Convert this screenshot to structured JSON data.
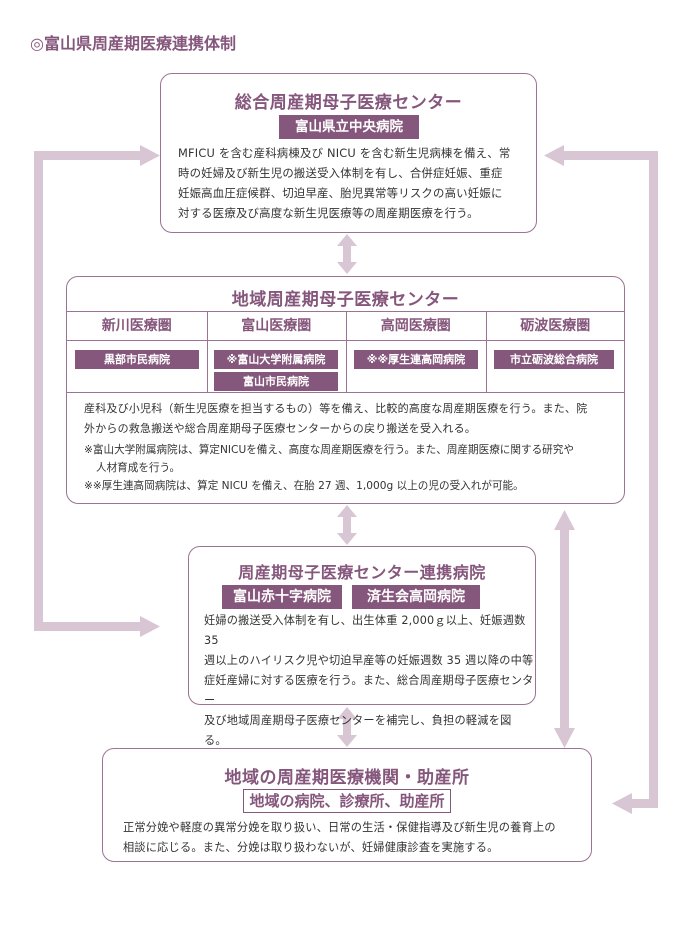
{
  "heading": "◎富山県周産期医療連携体制",
  "colors": {
    "accent": "#86577c",
    "border": "#9c7393",
    "arrow": "#d9c6d5"
  },
  "general_center": {
    "title": "総合周産期母子医療センター",
    "hospital": "富山県立中央病院",
    "desc_lines": [
      "MFICU を含む産科病棟及び NICU を含む新生児病棟を備え、常",
      "時の妊婦及び新生児の搬送受入体制を有し、合併症妊娠、重症",
      "妊娠高血圧症候群、切迫早産、胎児異常等リスクの高い妊娠に",
      "対する医療及び高度な新生児医療等の周産期医療を行う。"
    ]
  },
  "regional_center": {
    "title": "地域周産期母子医療センター",
    "areas": [
      {
        "name": "新川医療圏",
        "hospitals": [
          "黒部市民病院"
        ]
      },
      {
        "name": "富山医療圏",
        "hospitals": [
          "※富山大学附属病院",
          "富山市民病院"
        ]
      },
      {
        "name": "高岡医療圏",
        "hospitals": [
          "※※厚生連高岡病院"
        ]
      },
      {
        "name": "砺波医療圏",
        "hospitals": [
          "市立砺波総合病院"
        ]
      }
    ],
    "desc_lines": [
      "産科及び小児科（新生児医療を担当するもの）等を備え、比較的高度な周産期医療を行う。また、院",
      "外からの救急搬送や総合周産期母子医療センターからの戻り搬送を受入れる。"
    ],
    "note1_lines": [
      "※富山大学附属病院は、算定NICUを備え、高度な周産期医療を行う。また、周産期医療に関する研究や",
      "人材育成を行う。"
    ],
    "note2": "※※厚生連高岡病院は、算定 NICU を備え、在胎 27 週、1,000g 以上の児の受入れが可能。"
  },
  "cooperating_hospitals": {
    "title": "周産期母子医療センター連携病院",
    "hospitals": [
      "富山赤十字病院",
      "済生会高岡病院"
    ],
    "desc_lines": [
      "妊婦の搬送受入体制を有し、出生体重 2,000ｇ以上、妊娠週数35",
      "週以上のハイリスク児や切迫早産等の妊娠週数 35 週以降の中等",
      "症妊産婦に対する医療を行う。また、総合周産期母子医療センター",
      "及び地域周産期母子医療センターを補完し、負担の軽減を図る。"
    ]
  },
  "local_facilities": {
    "title": "地域の周産期医療機関・助産所",
    "subtitle": "地域の病院、診療所、助産所",
    "desc_lines": [
      "正常分娩や軽度の異常分娩を取り扱い、日常の生活・保健指導及び新生児の養育上の",
      "相談に応じる。また、分娩は取り扱わないが、妊婦健康診査を実施する。"
    ]
  }
}
